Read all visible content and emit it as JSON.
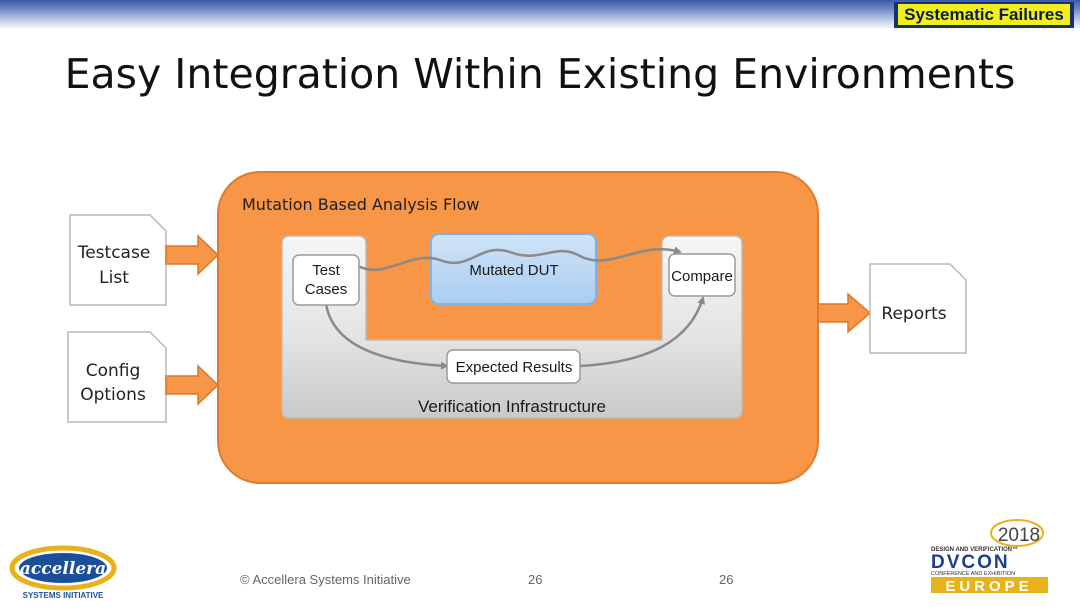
{
  "header": {
    "badge": "Systematic Failures",
    "title": "Easy Integration Within Existing Environments"
  },
  "diagram": {
    "flow_title": "Mutation Based Analysis Flow",
    "inputs": [
      {
        "line1": "Testcase",
        "line2": "List"
      },
      {
        "line1": "Config",
        "line2": "Options"
      }
    ],
    "output": "Reports",
    "nodes": {
      "test_line1": "Test",
      "test_line2": "Cases",
      "mutated_dut": "Mutated DUT",
      "compare": "Compare",
      "expected": "Expected Results",
      "infra": "Verification Infrastructure"
    }
  },
  "footer": {
    "copyright": "© Accellera Systems Initiative",
    "page_a": "26",
    "page_b": "26",
    "accellera_logo": "accellera",
    "accellera_sub": "SYSTEMS INITIATIVE",
    "dvcon_year": "2018",
    "dvcon_top": "DESIGN AND VERIFICATION™",
    "dvcon_name": "DVCON",
    "dvcon_sub": "CONFERENCE AND EXHIBITION",
    "dvcon_region": "EUROPE"
  },
  "colors": {
    "flow_orange": "#f79646",
    "flow_border": "#e07b2e",
    "dut_blue": "#a9cdf2",
    "dut_border": "#7fb0e6",
    "accellera_blue": "#1b4f9c",
    "dvcon_gold": "#e8b21a"
  }
}
